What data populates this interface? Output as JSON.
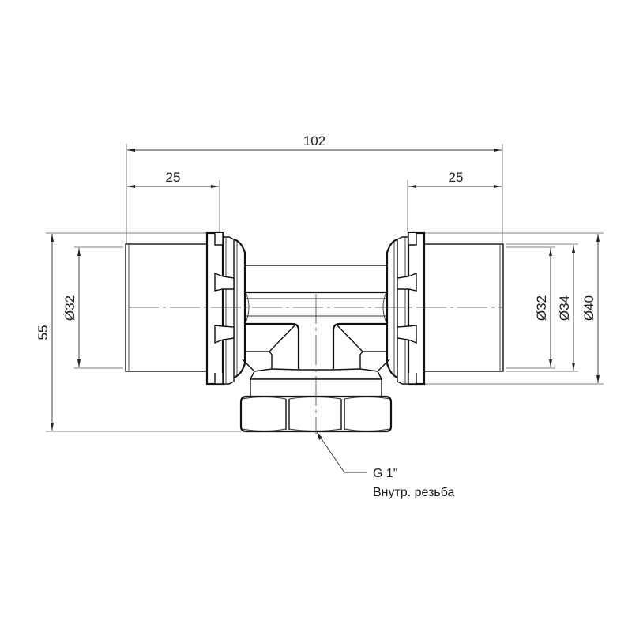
{
  "drawing": {
    "subject": "press tee fitting with female thread outlet",
    "colors": {
      "line": "#111111",
      "background": "#ffffff"
    }
  },
  "dimensions": {
    "overall_length": "102",
    "left_socket_length": "25",
    "right_socket_length": "25",
    "height": "55",
    "left_diameter": "Ø32",
    "right_diameter_inner": "Ø32",
    "right_diameter_mid": "Ø34",
    "right_diameter_outer": "Ø40"
  },
  "callout": {
    "thread": "G 1\"",
    "description": "Внутр. резьба"
  }
}
